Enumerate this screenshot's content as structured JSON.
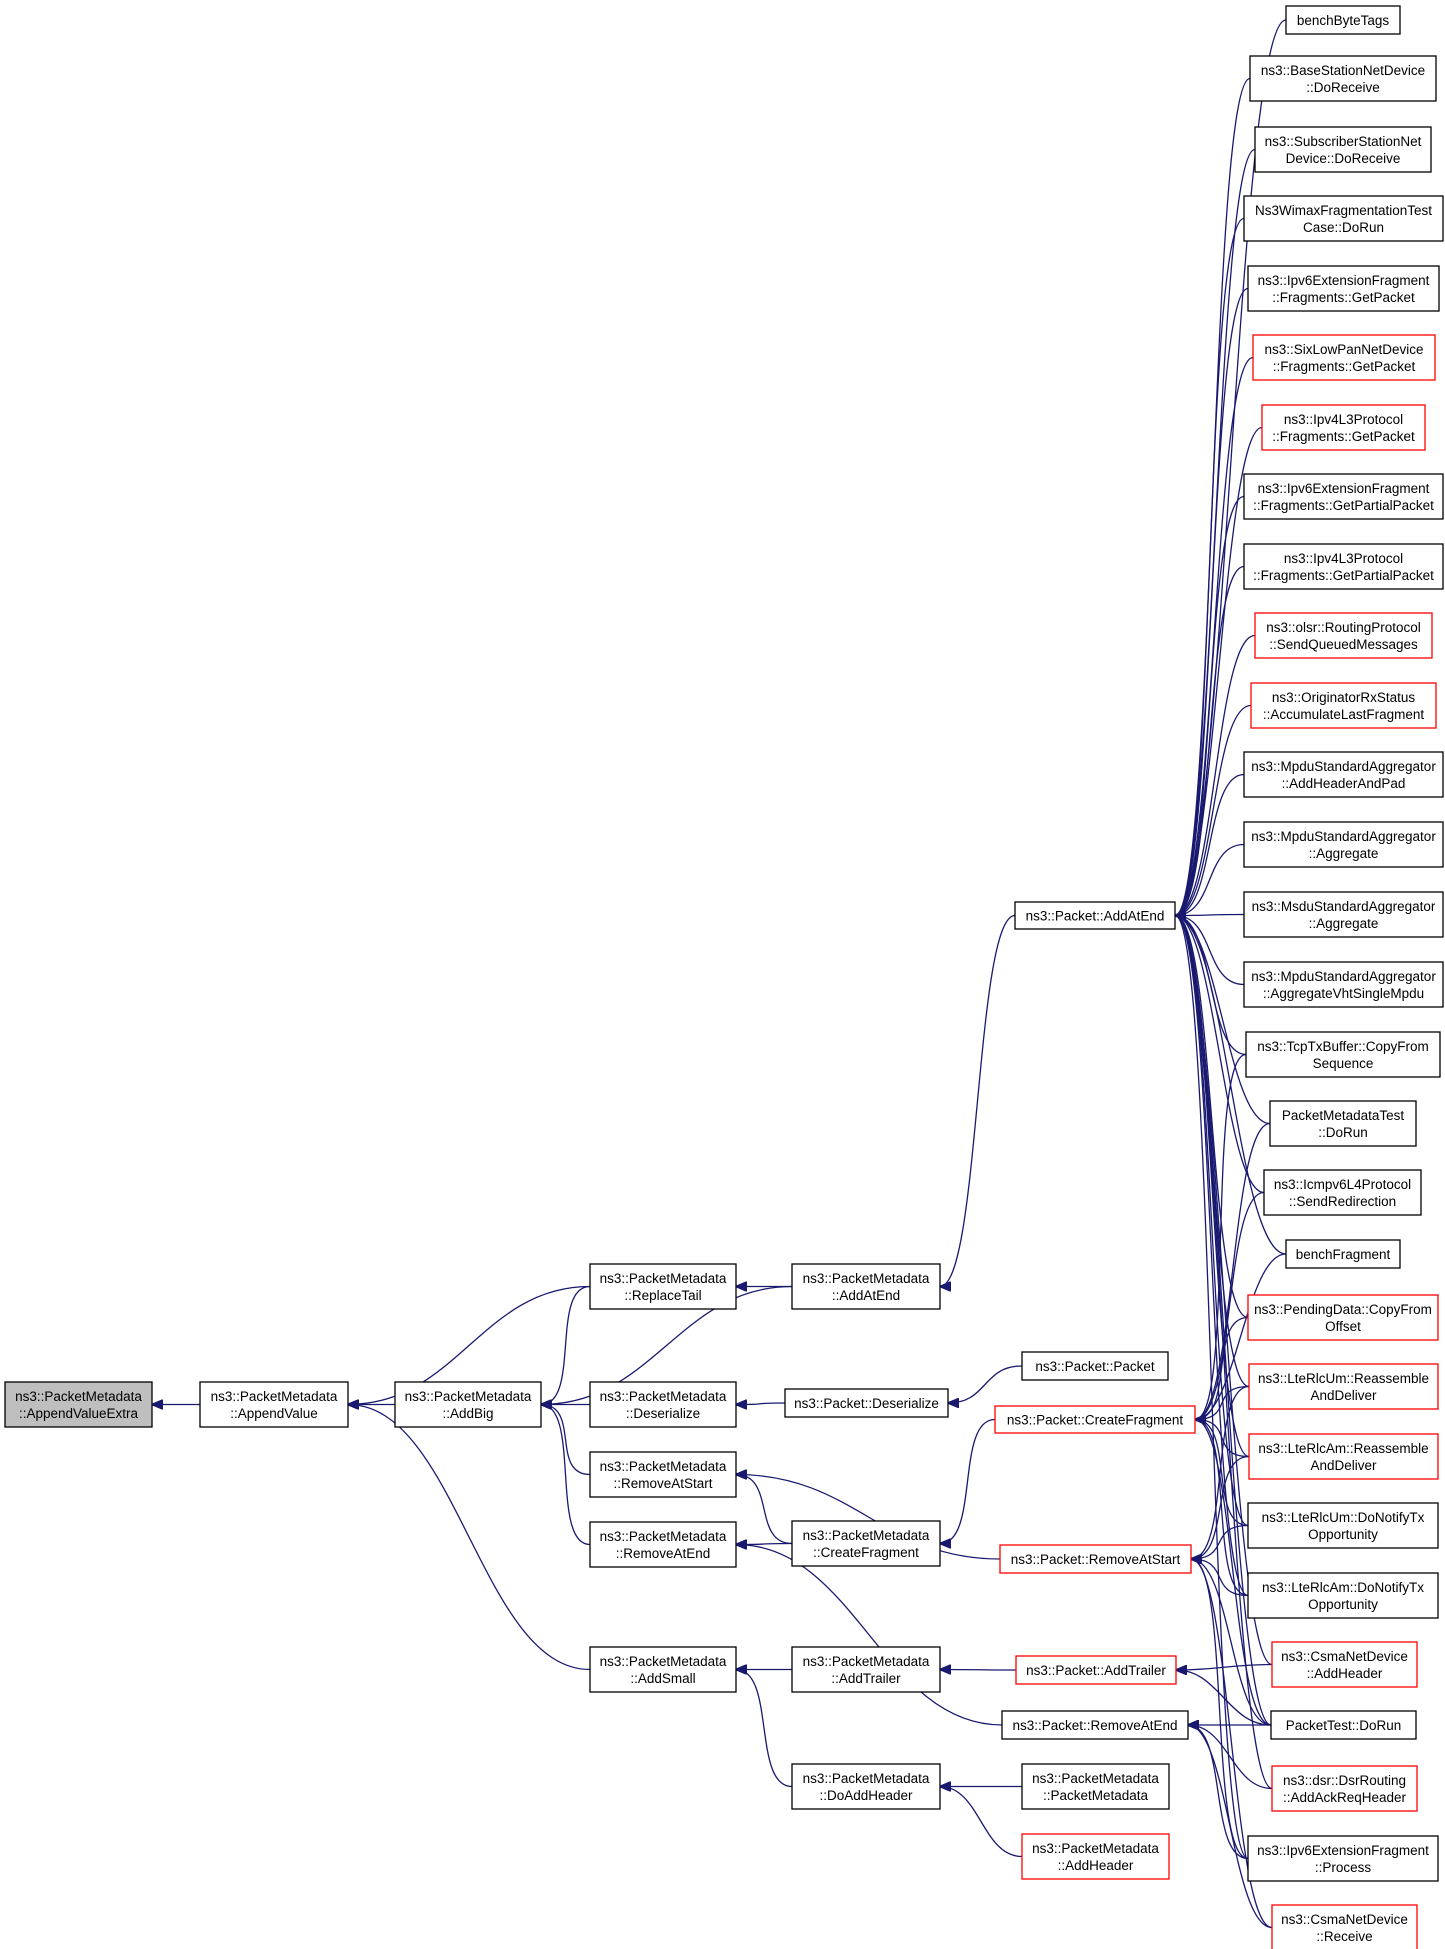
{
  "colors": {
    "edge": "#191970",
    "node_border": "#000000",
    "node_border_truncated": "#ff0000",
    "root_fill": "#bfbfbf",
    "node_fill": "#ffffff"
  },
  "nodes": [
    {
      "id": "root",
      "lines": [
        "ns3::PacketMetadata",
        "::AppendValueExtra"
      ],
      "style": "root"
    },
    {
      "id": "appendValue",
      "lines": [
        "ns3::PacketMetadata",
        "::AppendValue"
      ],
      "style": "normal"
    },
    {
      "id": "addBig",
      "lines": [
        "ns3::PacketMetadata",
        "::AddBig"
      ],
      "style": "normal"
    },
    {
      "id": "replaceTail",
      "lines": [
        "ns3::PacketMetadata",
        "::ReplaceTail"
      ],
      "style": "normal"
    },
    {
      "id": "deserialize",
      "lines": [
        "ns3::PacketMetadata",
        "::Deserialize"
      ],
      "style": "normal"
    },
    {
      "id": "removeAtStart",
      "lines": [
        "ns3::PacketMetadata",
        "::RemoveAtStart"
      ],
      "style": "normal"
    },
    {
      "id": "removeAtEnd",
      "lines": [
        "ns3::PacketMetadata",
        "::RemoveAtEnd"
      ],
      "style": "normal"
    },
    {
      "id": "addSmall",
      "lines": [
        "ns3::PacketMetadata",
        "::AddSmall"
      ],
      "style": "normal"
    },
    {
      "id": "pmAddAtEnd",
      "lines": [
        "ns3::PacketMetadata",
        "::AddAtEnd"
      ],
      "style": "normal"
    },
    {
      "id": "pDeserialize",
      "lines": [
        "ns3::Packet::Deserialize"
      ],
      "style": "normal"
    },
    {
      "id": "pmCreateFragment",
      "lines": [
        "ns3::PacketMetadata",
        "::CreateFragment"
      ],
      "style": "normal"
    },
    {
      "id": "pmAddTrailer",
      "lines": [
        "ns3::PacketMetadata",
        "::AddTrailer"
      ],
      "style": "normal"
    },
    {
      "id": "doAddHeader",
      "lines": [
        "ns3::PacketMetadata",
        "::DoAddHeader"
      ],
      "style": "normal"
    },
    {
      "id": "pAddAtEnd",
      "lines": [
        "ns3::Packet::AddAtEnd"
      ],
      "style": "normal"
    },
    {
      "id": "pPacket",
      "lines": [
        "ns3::Packet::Packet"
      ],
      "style": "normal"
    },
    {
      "id": "pCreateFragment",
      "lines": [
        "ns3::Packet::CreateFragment"
      ],
      "style": "truncated"
    },
    {
      "id": "pRemoveAtStart",
      "lines": [
        "ns3::Packet::RemoveAtStart"
      ],
      "style": "truncated"
    },
    {
      "id": "pAddTrailer",
      "lines": [
        "ns3::Packet::AddTrailer"
      ],
      "style": "truncated"
    },
    {
      "id": "pRemoveAtEnd",
      "lines": [
        "ns3::Packet::RemoveAtEnd"
      ],
      "style": "normal"
    },
    {
      "id": "pmPacketMetadata",
      "lines": [
        "ns3::PacketMetadata",
        "::PacketMetadata"
      ],
      "style": "normal"
    },
    {
      "id": "pmAddHeader",
      "lines": [
        "ns3::PacketMetadata",
        "::AddHeader"
      ],
      "style": "truncated"
    },
    {
      "id": "benchByteTags",
      "lines": [
        "benchByteTags"
      ],
      "style": "normal"
    },
    {
      "id": "bsDoReceive",
      "lines": [
        "ns3::BaseStationNetDevice",
        "::DoReceive"
      ],
      "style": "normal"
    },
    {
      "id": "ssDoReceive",
      "lines": [
        "ns3::SubscriberStationNet",
        "Device::DoReceive"
      ],
      "style": "normal"
    },
    {
      "id": "wimaxFrag",
      "lines": [
        "Ns3WimaxFragmentationTest",
        "Case::DoRun"
      ],
      "style": "normal"
    },
    {
      "id": "ipv6FragGet",
      "lines": [
        "ns3::Ipv6ExtensionFragment",
        "::Fragments::GetPacket"
      ],
      "style": "normal"
    },
    {
      "id": "sixLowPan",
      "lines": [
        "ns3::SixLowPanNetDevice",
        "::Fragments::GetPacket"
      ],
      "style": "truncated"
    },
    {
      "id": "ipv4FragGet",
      "lines": [
        "ns3::Ipv4L3Protocol",
        "::Fragments::GetPacket"
      ],
      "style": "truncated"
    },
    {
      "id": "ipv6FragPartial",
      "lines": [
        "ns3::Ipv6ExtensionFragment",
        "::Fragments::GetPartialPacket"
      ],
      "style": "normal"
    },
    {
      "id": "ipv4FragPartial",
      "lines": [
        "ns3::Ipv4L3Protocol",
        "::Fragments::GetPartialPacket"
      ],
      "style": "normal"
    },
    {
      "id": "olsr",
      "lines": [
        "ns3::olsr::RoutingProtocol",
        "::SendQueuedMessages"
      ],
      "style": "truncated"
    },
    {
      "id": "originator",
      "lines": [
        "ns3::OriginatorRxStatus",
        "::AccumulateLastFragment"
      ],
      "style": "truncated"
    },
    {
      "id": "mpduAddHeader",
      "lines": [
        "ns3::MpduStandardAggregator",
        "::AddHeaderAndPad"
      ],
      "style": "normal"
    },
    {
      "id": "mpduAggregate",
      "lines": [
        "ns3::MpduStandardAggregator",
        "::Aggregate"
      ],
      "style": "normal"
    },
    {
      "id": "msduAggregate",
      "lines": [
        "ns3::MsduStandardAggregator",
        "::Aggregate"
      ],
      "style": "normal"
    },
    {
      "id": "mpduVht",
      "lines": [
        "ns3::MpduStandardAggregator",
        "::AggregateVhtSingleMpdu"
      ],
      "style": "normal"
    },
    {
      "id": "tcpTx",
      "lines": [
        "ns3::TcpTxBuffer::CopyFrom",
        "Sequence"
      ],
      "style": "normal"
    },
    {
      "id": "pmTest",
      "lines": [
        "PacketMetadataTest",
        "::DoRun"
      ],
      "style": "normal"
    },
    {
      "id": "icmpv6",
      "lines": [
        "ns3::Icmpv6L4Protocol",
        "::SendRedirection"
      ],
      "style": "normal"
    },
    {
      "id": "benchFragment",
      "lines": [
        "benchFragment"
      ],
      "style": "normal"
    },
    {
      "id": "pendingData",
      "lines": [
        "ns3::PendingData::CopyFrom",
        "Offset"
      ],
      "style": "truncated"
    },
    {
      "id": "rlcUmReasm",
      "lines": [
        "ns3::LteRlcUm::Reassemble",
        "AndDeliver"
      ],
      "style": "truncated"
    },
    {
      "id": "rlcAmReasm",
      "lines": [
        "ns3::LteRlcAm::Reassemble",
        "AndDeliver"
      ],
      "style": "truncated"
    },
    {
      "id": "rlcUmNotify",
      "lines": [
        "ns3::LteRlcUm::DoNotifyTx",
        "Opportunity"
      ],
      "style": "normal"
    },
    {
      "id": "rlcAmNotify",
      "lines": [
        "ns3::LteRlcAm::DoNotifyTx",
        "Opportunity"
      ],
      "style": "normal"
    },
    {
      "id": "csmaAddHeader",
      "lines": [
        "ns3::CsmaNetDevice",
        "::AddHeader"
      ],
      "style": "truncated"
    },
    {
      "id": "packetTest",
      "lines": [
        "PacketTest::DoRun"
      ],
      "style": "normal"
    },
    {
      "id": "dsr",
      "lines": [
        "ns3::dsr::DsrRouting",
        "::AddAckReqHeader"
      ],
      "style": "truncated"
    },
    {
      "id": "ipv6Process",
      "lines": [
        "ns3::Ipv6ExtensionFragment",
        "::Process"
      ],
      "style": "normal"
    },
    {
      "id": "csmaReceive",
      "lines": [
        "ns3::CsmaNetDevice",
        "::Receive"
      ],
      "style": "truncated"
    }
  ],
  "edges": [
    [
      "appendValue",
      "root"
    ],
    [
      "addBig",
      "appendValue"
    ],
    [
      "replaceTail",
      "appendValue"
    ],
    [
      "addSmall",
      "appendValue"
    ],
    [
      "replaceTail",
      "addBig"
    ],
    [
      "pmAddAtEnd",
      "addBig"
    ],
    [
      "deserialize",
      "addBig"
    ],
    [
      "removeAtStart",
      "addBig"
    ],
    [
      "removeAtEnd",
      "addBig"
    ],
    [
      "pmAddAtEnd",
      "replaceTail"
    ],
    [
      "pDeserialize",
      "deserialize"
    ],
    [
      "pmCreateFragment",
      "removeAtStart"
    ],
    [
      "pRemoveAtStart",
      "removeAtStart"
    ],
    [
      "pmCreateFragment",
      "removeAtEnd"
    ],
    [
      "pRemoveAtEnd",
      "removeAtEnd"
    ],
    [
      "pmAddTrailer",
      "addSmall"
    ],
    [
      "doAddHeader",
      "addSmall"
    ],
    [
      "pAddAtEnd",
      "pmAddAtEnd"
    ],
    [
      "pPacket",
      "pDeserialize"
    ],
    [
      "pCreateFragment",
      "pmCreateFragment"
    ],
    [
      "pAddTrailer",
      "pmAddTrailer"
    ],
    [
      "pmPacketMetadata",
      "doAddHeader"
    ],
    [
      "pmAddHeader",
      "doAddHeader"
    ],
    [
      "benchByteTags",
      "pAddAtEnd"
    ],
    [
      "bsDoReceive",
      "pAddAtEnd"
    ],
    [
      "ssDoReceive",
      "pAddAtEnd"
    ],
    [
      "wimaxFrag",
      "pAddAtEnd"
    ],
    [
      "ipv6FragGet",
      "pAddAtEnd"
    ],
    [
      "sixLowPan",
      "pAddAtEnd"
    ],
    [
      "ipv4FragGet",
      "pAddAtEnd"
    ],
    [
      "ipv6FragPartial",
      "pAddAtEnd"
    ],
    [
      "ipv4FragPartial",
      "pAddAtEnd"
    ],
    [
      "olsr",
      "pAddAtEnd"
    ],
    [
      "originator",
      "pAddAtEnd"
    ],
    [
      "mpduAddHeader",
      "pAddAtEnd"
    ],
    [
      "mpduAggregate",
      "pAddAtEnd"
    ],
    [
      "msduAggregate",
      "pAddAtEnd"
    ],
    [
      "mpduVht",
      "pAddAtEnd"
    ],
    [
      "tcpTx",
      "pAddAtEnd"
    ],
    [
      "pmTest",
      "pAddAtEnd"
    ],
    [
      "icmpv6",
      "pAddAtEnd"
    ],
    [
      "benchFragment",
      "pAddAtEnd"
    ],
    [
      "pendingData",
      "pAddAtEnd"
    ],
    [
      "rlcUmReasm",
      "pAddAtEnd"
    ],
    [
      "rlcAmReasm",
      "pAddAtEnd"
    ],
    [
      "rlcUmNotify",
      "pAddAtEnd"
    ],
    [
      "rlcAmNotify",
      "pAddAtEnd"
    ],
    [
      "csmaAddHeader",
      "pAddAtEnd"
    ],
    [
      "packetTest",
      "pAddAtEnd"
    ],
    [
      "dsr",
      "pAddAtEnd"
    ],
    [
      "ipv6Process",
      "pAddAtEnd"
    ],
    [
      "tcpTx",
      "pCreateFragment"
    ],
    [
      "pmTest",
      "pCreateFragment"
    ],
    [
      "icmpv6",
      "pCreateFragment"
    ],
    [
      "benchFragment",
      "pCreateFragment"
    ],
    [
      "pendingData",
      "pCreateFragment"
    ],
    [
      "rlcUmReasm",
      "pCreateFragment"
    ],
    [
      "rlcAmReasm",
      "pCreateFragment"
    ],
    [
      "rlcUmNotify",
      "pCreateFragment"
    ],
    [
      "rlcAmNotify",
      "pCreateFragment"
    ],
    [
      "packetTest",
      "pCreateFragment"
    ],
    [
      "rlcUmReasm",
      "pRemoveAtStart"
    ],
    [
      "rlcAmReasm",
      "pRemoveAtStart"
    ],
    [
      "rlcUmNotify",
      "pRemoveAtStart"
    ],
    [
      "rlcAmNotify",
      "pRemoveAtStart"
    ],
    [
      "packetTest",
      "pRemoveAtStart"
    ],
    [
      "ipv6Process",
      "pRemoveAtStart"
    ],
    [
      "csmaReceive",
      "pRemoveAtStart"
    ],
    [
      "csmaAddHeader",
      "pAddTrailer"
    ],
    [
      "packetTest",
      "pAddTrailer"
    ],
    [
      "packetTest",
      "pRemoveAtEnd"
    ],
    [
      "dsr",
      "pRemoveAtEnd"
    ],
    [
      "ipv6Process",
      "pRemoveAtEnd"
    ],
    [
      "csmaReceive",
      "pRemoveAtEnd"
    ]
  ]
}
